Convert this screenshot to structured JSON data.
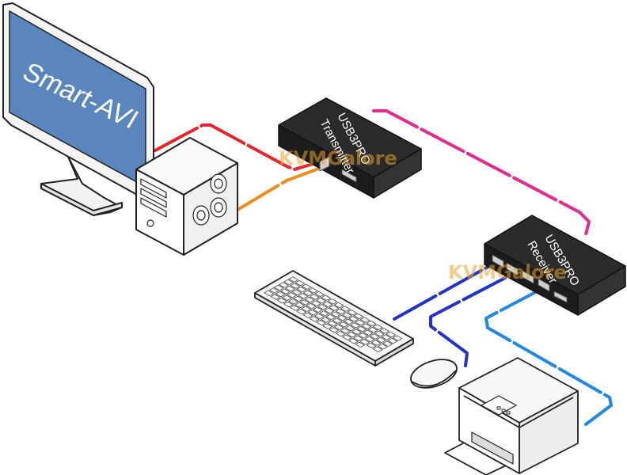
{
  "monitor": {
    "brand_text": "Smart-AVI"
  },
  "transmitter": {
    "line1": "USB3PRO",
    "line2": "Transmitter"
  },
  "receiver": {
    "line1": "USB3PRO",
    "line2": "Receiver"
  },
  "watermark": {
    "text": "KVMGalore"
  },
  "colors": {
    "video_cable": "#e8232b",
    "usb_upstream_cable": "#f08c1e",
    "link_cable": "#e8288c",
    "keyboard_cable": "#2233cc",
    "mouse_cable": "#2233cc",
    "printer_cable": "#1e88e5",
    "unit_body": "#2b2b2b",
    "screen": "#5b86bd"
  }
}
